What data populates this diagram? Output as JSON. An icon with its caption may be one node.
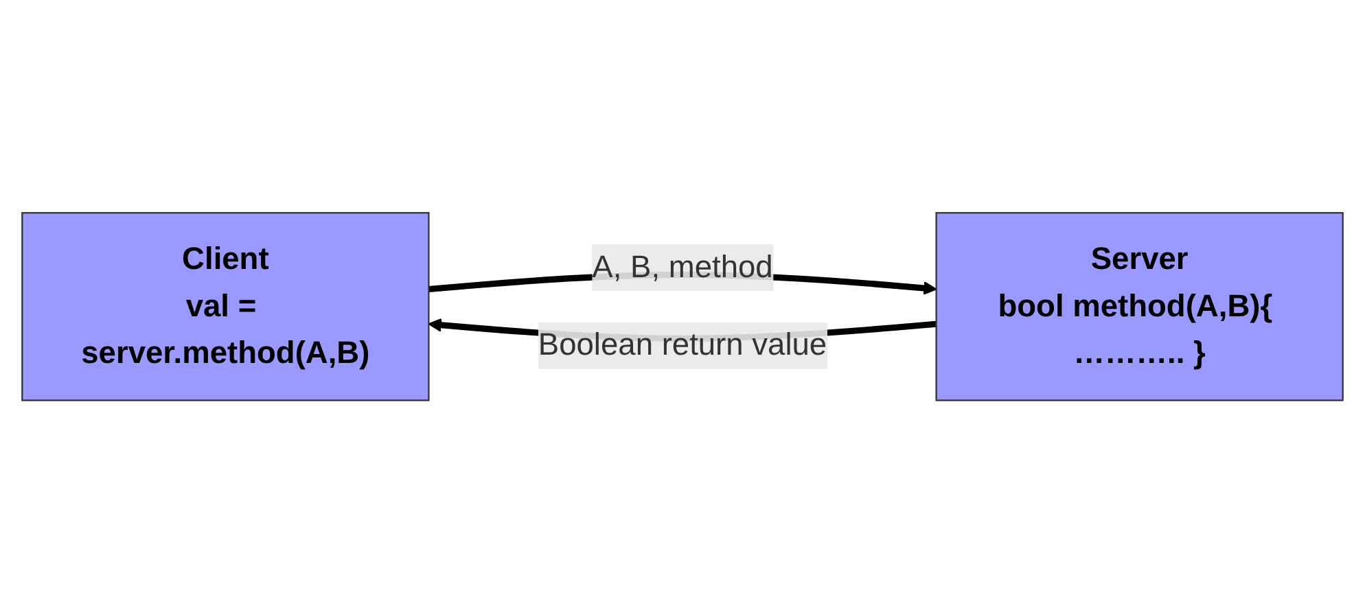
{
  "diagram": {
    "nodes": [
      {
        "text": [
          "Client",
          "val = server.method(A,B)"
        ]
      },
      {
        "text": [
          "Server",
          "bool method(A,B){ ……….. }"
        ]
      }
    ],
    "edges": [
      {
        "from": 0,
        "to": 1,
        "arrow": "to",
        "label": "A, B, method"
      },
      {
        "from": 1,
        "to": 0,
        "arrow": "to",
        "label": "Boolean return value"
      }
    ]
  }
}
